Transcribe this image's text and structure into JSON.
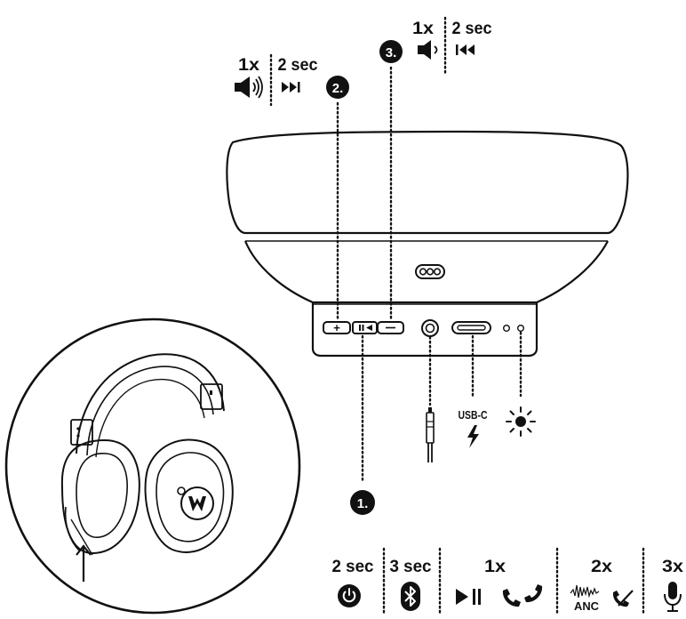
{
  "callouts": {
    "step1": {
      "number": "1."
    },
    "step2": {
      "number": "2.",
      "press_once": "1x",
      "hold": "2 sec"
    },
    "step3": {
      "number": "3.",
      "press_once": "1x",
      "hold": "2 sec"
    }
  },
  "ports": {
    "usb_label": "USB-C"
  },
  "bottom_legend": {
    "power": {
      "duration": "2 sec"
    },
    "bluetooth": {
      "duration": "3 sec"
    },
    "play_call": {
      "count": "1x"
    },
    "anc": {
      "count": "2x",
      "label": "ANC"
    },
    "mic": {
      "count": "3x"
    }
  },
  "icons": {
    "volume_up": "speaker-waves-icon",
    "next_track": "next-track-icon",
    "volume_down": "speaker-icon",
    "previous_track": "previous-track-icon",
    "power": "power-icon",
    "bluetooth": "bluetooth-icon",
    "play_pause": "play-pause-icon",
    "call": "phone-icon",
    "noise": "waveform-icon",
    "reject_call": "phone-reject-icon",
    "microphone": "microphone-icon",
    "light": "led-light-icon",
    "charge": "lightning-icon",
    "jack": "audio-jack-icon"
  }
}
